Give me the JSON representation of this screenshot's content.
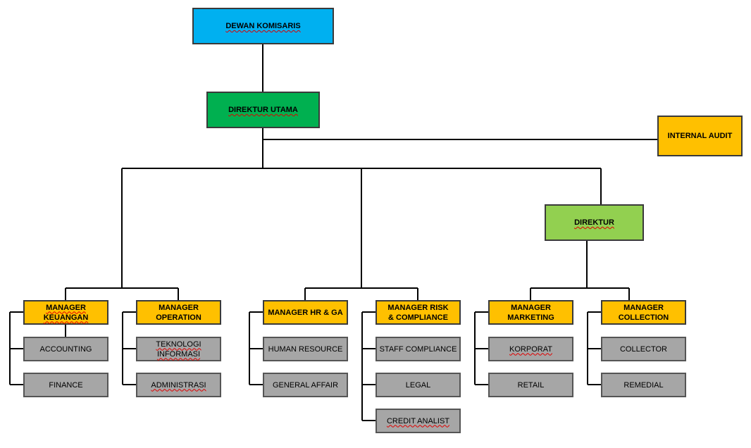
{
  "nodes": {
    "dewan_komisaris": "DEWAN KOMISARIS",
    "direktur_utama": "DIREKTUR UTAMA",
    "internal_audit": "INTERNAL AUDIT",
    "direktur": "DIREKTUR",
    "manager_keuangan": "MANAGER KEUANGAN",
    "manager_operation": "MANAGER OPERATION",
    "manager_hr_ga": "MANAGER HR & GA",
    "manager_risk": "MANAGER RISK & COMPLIANCE",
    "manager_marketing": "MANAGER MARKETING",
    "manager_collection": "MANAGER COLLECTION",
    "accounting": "ACCOUNTING",
    "finance": "FINANCE",
    "teknologi_informasi": "TEKNOLOGI INFORMASI",
    "administrasi": "ADMINISTRASI",
    "human_resource": "HUMAN RESOURCE",
    "general_affair": "GENERAL AFFAIR",
    "staff_compliance": "STAFF COMPLIANCE",
    "legal": "LEGAL",
    "credit_analist": "CREDIT ANALIST",
    "korporat": "KORPORAT",
    "retail": "RETAIL",
    "collector": "COLLECTOR",
    "remedial": "REMEDIAL"
  },
  "colors": {
    "top": "#00b0f0",
    "ceo": "#00b050",
    "director": "#92d050",
    "manager": "#ffc000",
    "staff": "#a6a6a6",
    "line": "#000000"
  }
}
